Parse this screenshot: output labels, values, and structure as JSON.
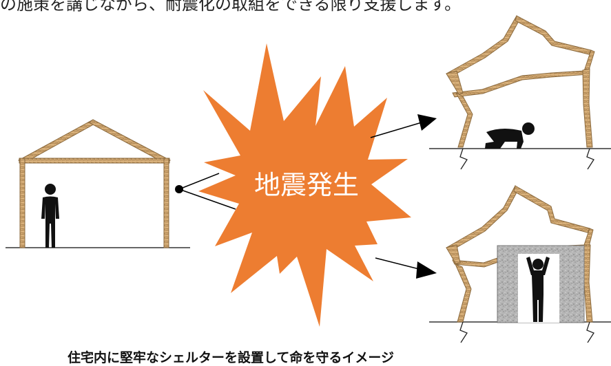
{
  "header": {
    "partial_text": "の施策を講じながら、耐震化の取組をできる限り支援します。"
  },
  "burst": {
    "label": "地震発生",
    "fill_color": "#ed7d31",
    "text_color": "#ffffff"
  },
  "caption": {
    "text": "住宅内に堅牢なシェルターを設置して命を守るイメージ"
  },
  "colors": {
    "wood": "#c9a26b",
    "wood_dark": "#8b6a3e",
    "shelter": "#a8a8a8",
    "figure": "#111111"
  },
  "icons": {
    "standing_person": "person-standing-icon",
    "crouching_person": "person-crouching-icon",
    "arms_raised_person": "person-arms-raised-icon"
  }
}
